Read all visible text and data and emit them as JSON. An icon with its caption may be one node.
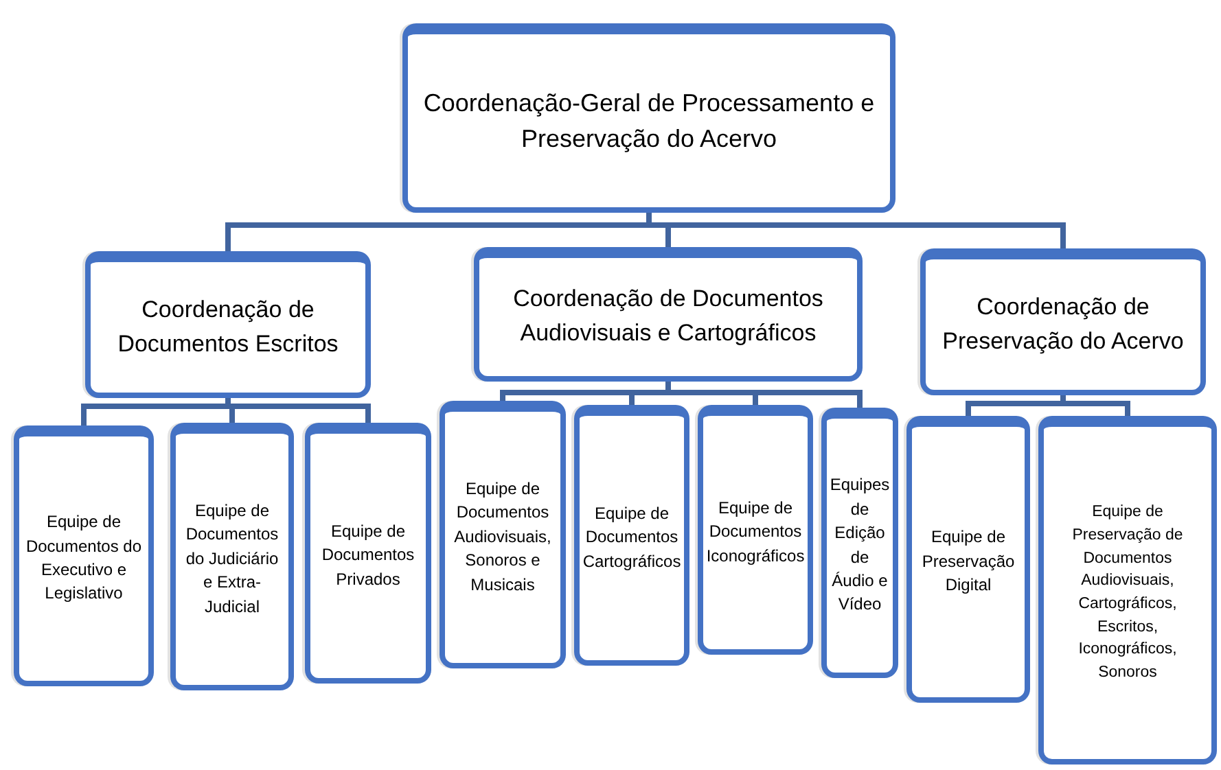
{
  "diagram": {
    "nodes": [
      {
        "text": [
          "Coordenação-Geral de Processamento e Preservação do Acervo"
        ]
      },
      {
        "text": [
          "Coordenação de Documentos Escritos"
        ]
      },
      {
        "text": [
          "Coordenação de Documentos Audiovisuais e Cartográficos"
        ]
      },
      {
        "text": [
          "Coordenação de Preservação do Acervo"
        ]
      },
      {
        "text": [
          "Equipe de Documentos do Executivo e Legislativo"
        ]
      },
      {
        "text": [
          "Equipe de Documentos do Judiciário e Extra-Judicial"
        ]
      },
      {
        "text": [
          "Equipe de Documentos Privados"
        ]
      },
      {
        "text": [
          "Equipe de Documentos Audiovisuais, Sonoros e Musicais"
        ]
      },
      {
        "text": [
          "Equipe de Documentos Cartográficos"
        ]
      },
      {
        "text": [
          "Equipe de Documentos Iconográficos"
        ]
      },
      {
        "text": [
          "Equipes de Edição de Áudio e Vídeo"
        ]
      },
      {
        "text": [
          "Equipe de Preservação Digital"
        ]
      },
      {
        "text": [
          "Equipe de Preservação de Documentos Audiovisuais, Cartográficos, Escritos, Iconográficos, Sonoros"
        ]
      }
    ],
    "edges": [
      {
        "from": 0,
        "to": 1,
        "arrow": "none"
      },
      {
        "from": 0,
        "to": 2,
        "arrow": "none"
      },
      {
        "from": 0,
        "to": 3,
        "arrow": "none"
      },
      {
        "from": 1,
        "to": 4,
        "arrow": "none"
      },
      {
        "from": 1,
        "to": 5,
        "arrow": "none"
      },
      {
        "from": 1,
        "to": 6,
        "arrow": "none"
      },
      {
        "from": 2,
        "to": 7,
        "arrow": "none"
      },
      {
        "from": 2,
        "to": 8,
        "arrow": "none"
      },
      {
        "from": 2,
        "to": 9,
        "arrow": "none"
      },
      {
        "from": 2,
        "to": 10,
        "arrow": "none"
      },
      {
        "from": 3,
        "to": 11,
        "arrow": "none"
      },
      {
        "from": 3,
        "to": 12,
        "arrow": "none"
      }
    ]
  }
}
